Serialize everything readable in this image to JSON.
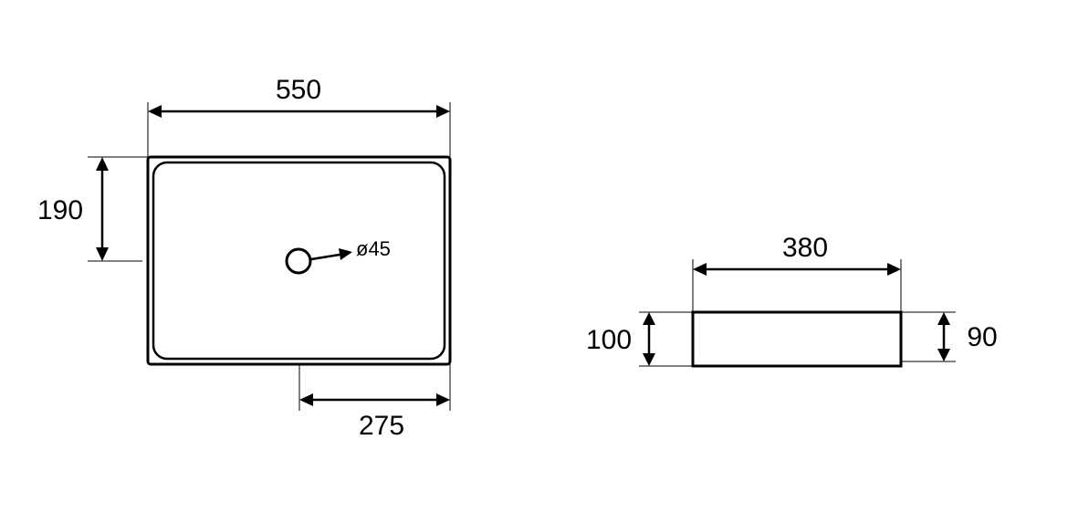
{
  "top_view": {
    "width_label": "550",
    "depth_label": "190",
    "drain_label": "ø45",
    "half_width_label": "275"
  },
  "side_view": {
    "width_label": "380",
    "height_outer_label": "100",
    "height_inner_label": "90"
  },
  "colors": {
    "line": "#000000",
    "background": "#ffffff"
  }
}
